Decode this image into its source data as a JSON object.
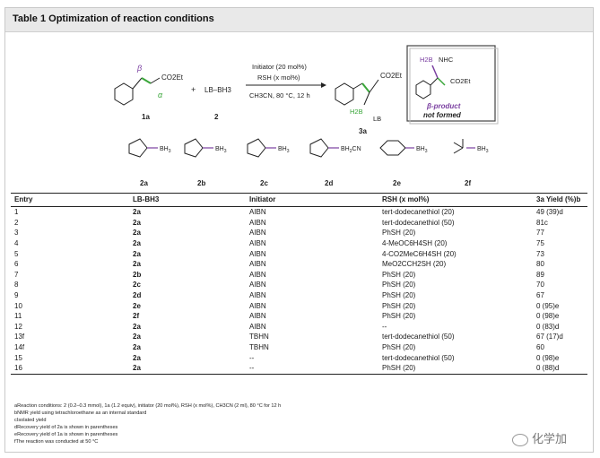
{
  "table_title": "Table 1 Optimization of reaction conditions",
  "scheme": {
    "conditions_line1": "Initiator (20 mol%)",
    "conditions_line2": "RSH (x mol%)",
    "conditions_line3": "CH3CN, 80 °C, 12 h",
    "substrate_label": "1a",
    "reagent_label": "2",
    "product_label": "3a",
    "reagent_formula": "LB–BH3",
    "beta_label": "β",
    "alpha_label": "α",
    "ester": "CO2Et",
    "product_boron": "H2B",
    "product_lb": "LB",
    "not_formed_nhc": "NHC",
    "not_formed_h2b": "H2B",
    "not_formed_ester": "CO2Et",
    "not_formed_line1": "β-product",
    "not_formed_line2": "not formed",
    "plus": "+",
    "ligands": [
      {
        "label": "2a"
      },
      {
        "label": "2b"
      },
      {
        "label": "2c"
      },
      {
        "label": "2d"
      },
      {
        "label": "2e"
      },
      {
        "label": "2f"
      }
    ]
  },
  "table": {
    "headers": {
      "entry": "Entry",
      "lb": "LB-BH3",
      "initiator": "Initiator",
      "rsh": "RSH (x mol%)",
      "yield": "3a Yield (%)b"
    },
    "rows": [
      {
        "entry": "1",
        "lb": "2a",
        "initiator": "AIBN",
        "rsh": "tert-dodecanethiol (20)",
        "yield": "49 (39)d"
      },
      {
        "entry": "2",
        "lb": "2a",
        "initiator": "AIBN",
        "rsh": "tert-dodecanethiol (50)",
        "yield": "81c"
      },
      {
        "entry": "3",
        "lb": "2a",
        "initiator": "AIBN",
        "rsh": "PhSH (20)",
        "yield": "77"
      },
      {
        "entry": "4",
        "lb": "2a",
        "initiator": "AIBN",
        "rsh": "4-MeOC6H4SH (20)",
        "yield": "75"
      },
      {
        "entry": "5",
        "lb": "2a",
        "initiator": "AIBN",
        "rsh": "4-CO2MeC6H4SH (20)",
        "yield": "73"
      },
      {
        "entry": "6",
        "lb": "2a",
        "initiator": "AIBN",
        "rsh": "MeO2CCH2SH (20)",
        "yield": "80"
      },
      {
        "entry": "7",
        "lb": "2b",
        "initiator": "AIBN",
        "rsh": "PhSH (20)",
        "yield": "89"
      },
      {
        "entry": "8",
        "lb": "2c",
        "initiator": "AIBN",
        "rsh": "PhSH (20)",
        "yield": "70"
      },
      {
        "entry": "9",
        "lb": "2d",
        "initiator": "AIBN",
        "rsh": "PhSH (20)",
        "yield": "67"
      },
      {
        "entry": "10",
        "lb": "2e",
        "initiator": "AIBN",
        "rsh": "PhSH (20)",
        "yield": "0 (95)e"
      },
      {
        "entry": "11",
        "lb": "2f",
        "initiator": "AIBN",
        "rsh": "PhSH (20)",
        "yield": "0 (98)e"
      },
      {
        "entry": "12",
        "lb": "2a",
        "initiator": "AIBN",
        "rsh": "--",
        "yield": "0 (83)d"
      },
      {
        "entry": "13f",
        "lb": "2a",
        "initiator": "TBHN",
        "rsh": "tert-dodecanethiol (50)",
        "yield": "67 (17)d"
      },
      {
        "entry": "14f",
        "lb": "2a",
        "initiator": "TBHN",
        "rsh": "PhSH (20)",
        "yield": "60"
      },
      {
        "entry": "15",
        "lb": "2a",
        "initiator": "--",
        "rsh": "tert-dodecanethiol (50)",
        "yield": "0 (98)e"
      },
      {
        "entry": "16",
        "lb": "2a",
        "initiator": "--",
        "rsh": "PhSH (20)",
        "yield": "0 (88)d"
      }
    ]
  },
  "footnotes": [
    "aReaction conditions: 2 (0.2–0.3 mmol), 1a (1.2 equiv), initiator (20 mol%), RSH (x mol%), CH3CN (2 ml), 80 °C for 12 h",
    "bNMR yield using tetrachloroethane as an internal standard",
    "cIsolated yield",
    "dRecovery yield of 2a is shown in parentheses",
    "eRecovery yield of 1a is shown in parentheses",
    "fThe reaction was conducted at 50 °C"
  ],
  "watermark": "化学加",
  "colors": {
    "header_bg": "#e9e9e9",
    "accent_green": "#3aa63a",
    "accent_purple": "#7a3fa0",
    "text": "#1a1a1a"
  }
}
